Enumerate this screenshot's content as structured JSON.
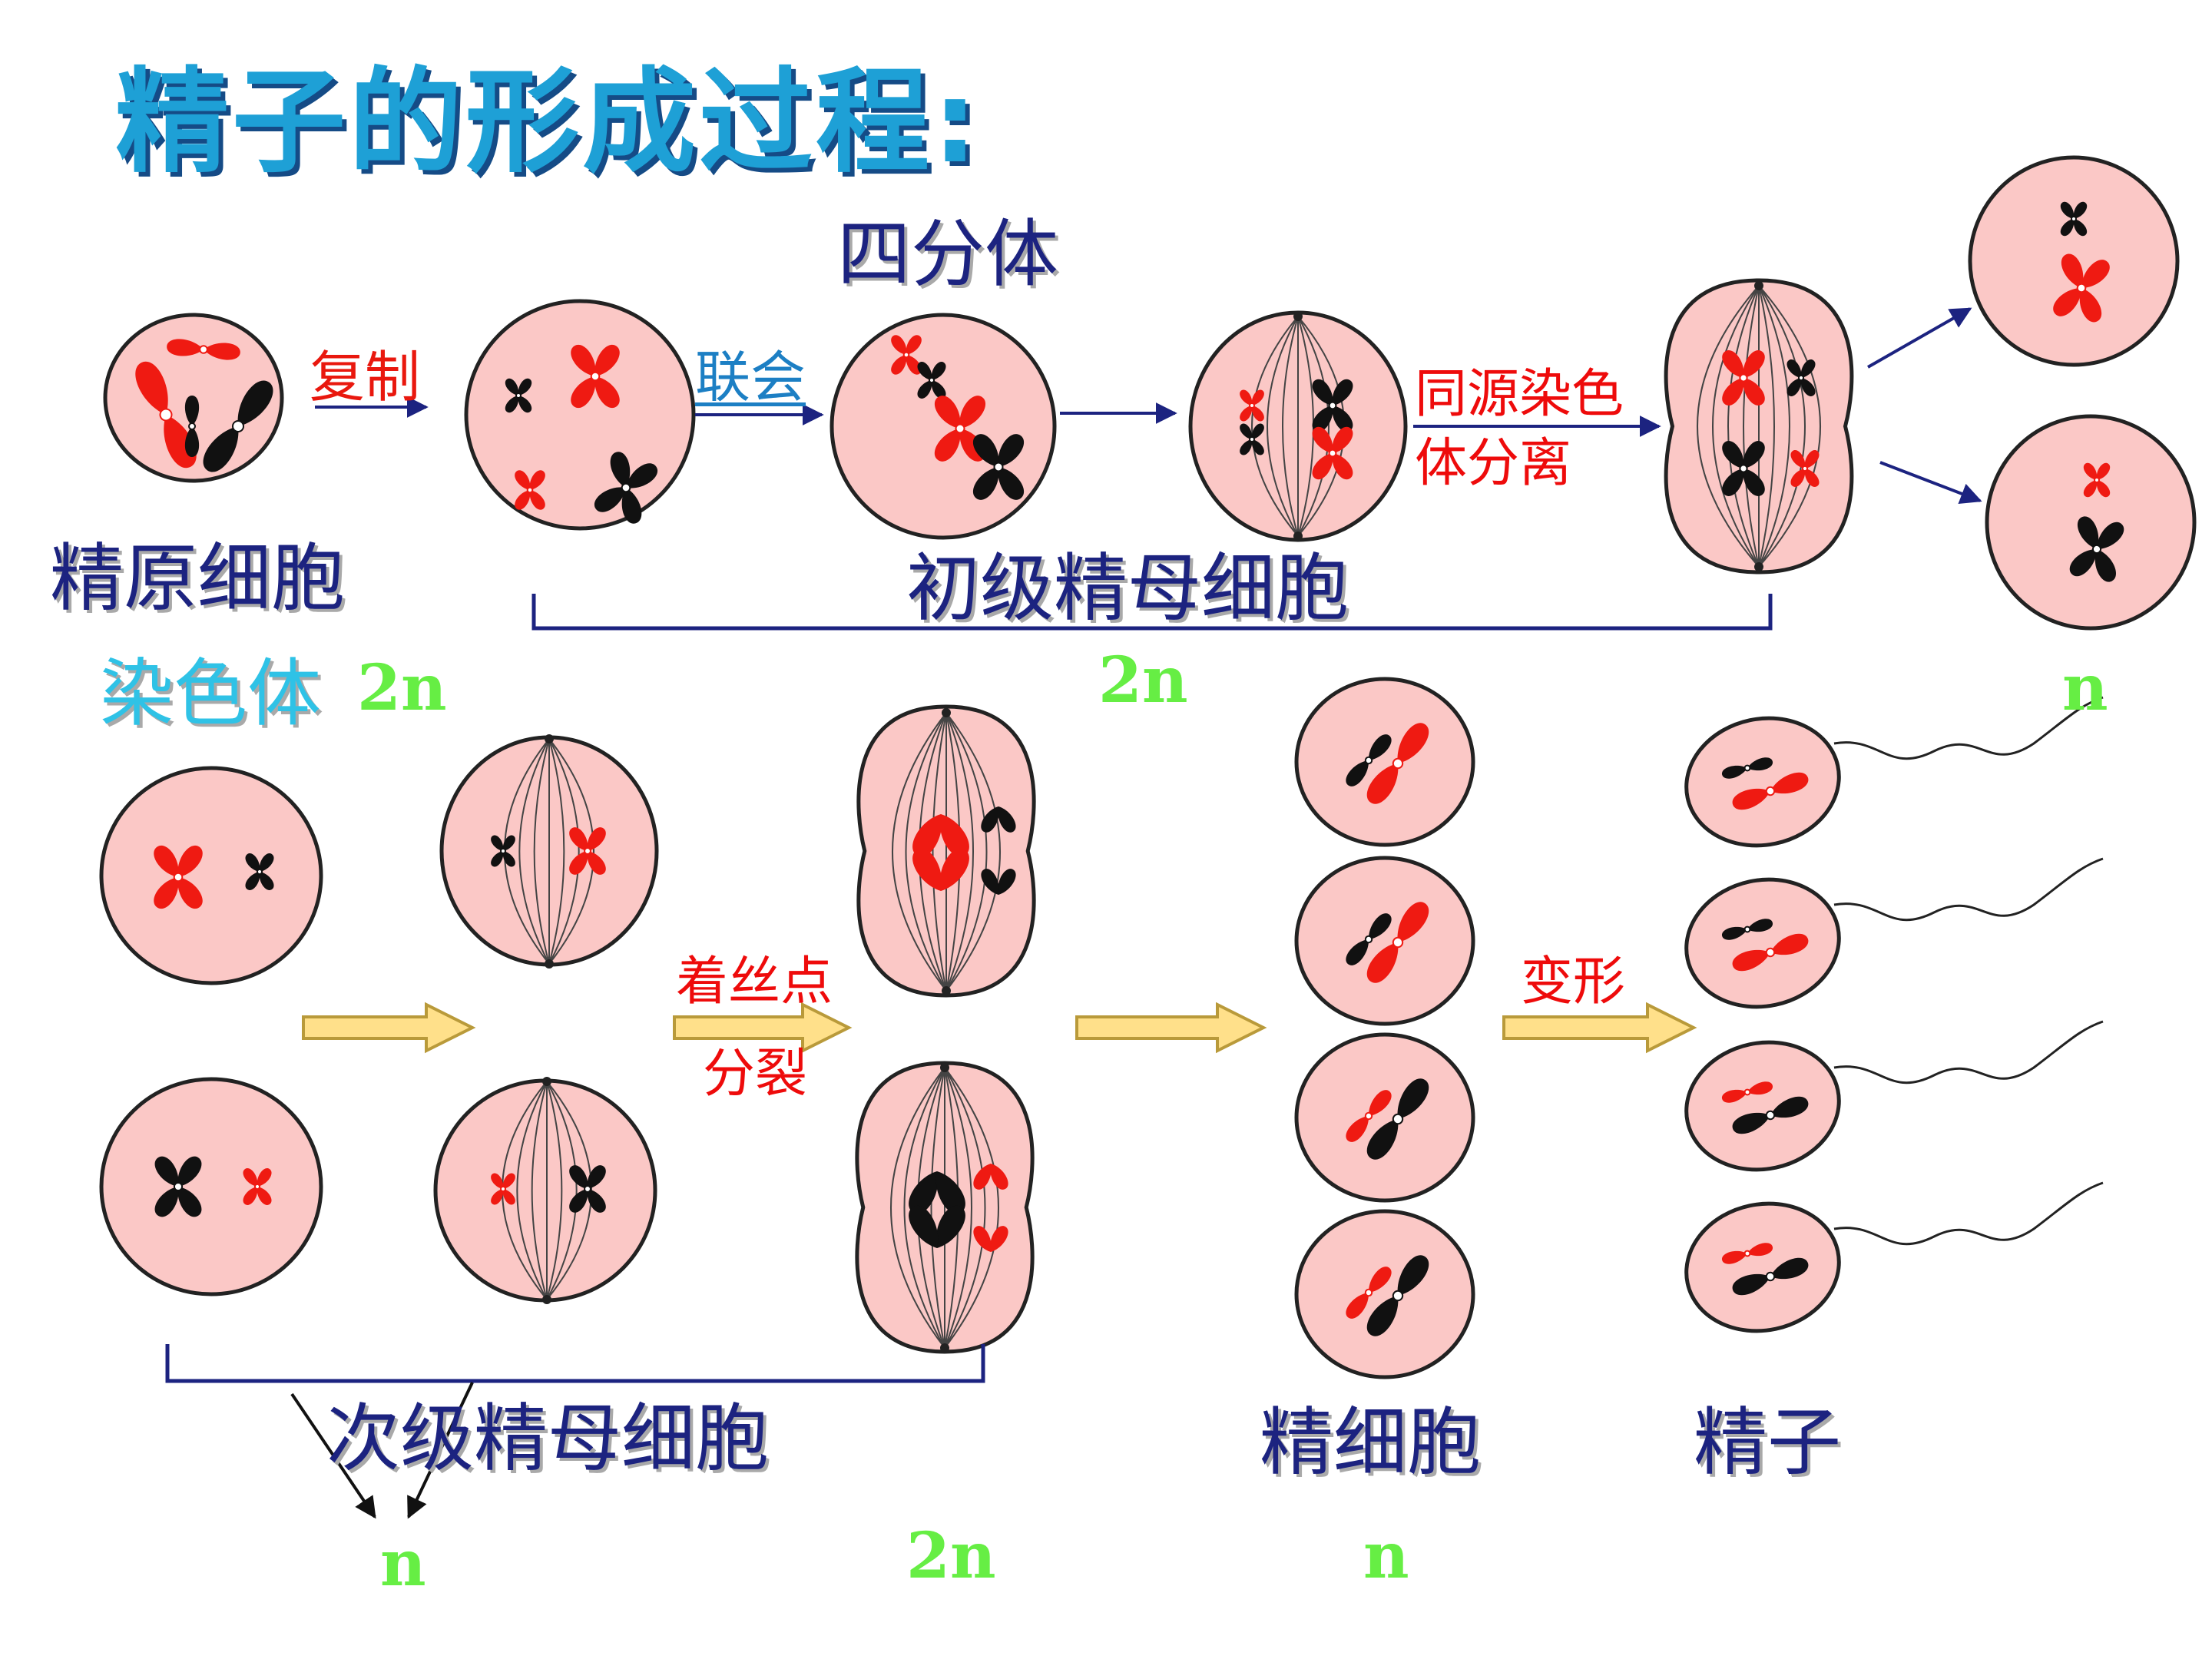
{
  "title": "精子的形成过程:",
  "labels": {
    "tetrad": "四分体",
    "spermatogonium": "精原细胞",
    "chromosome": "染色体",
    "primary_spermatocyte": "初级精母细胞",
    "secondary_spermatocyte": "次级精母细胞",
    "spermatid": "精细胞",
    "sperm": "精子"
  },
  "arrow_labels": {
    "replication": "复制",
    "synapsis": "联会",
    "homolog_separation": [
      "同源染色",
      "体分离"
    ],
    "centromere_division": [
      "着丝点",
      "分裂"
    ],
    "transformation": "变形"
  },
  "chromosome_counts": {
    "spermatogonium": "2n",
    "primary_spermatocyte": "2n",
    "after_meiosis_one": "n",
    "secondary_start": "n",
    "secondary_anaphase": "2n",
    "spermatid": "n"
  },
  "colors": {
    "cell_fill": "#fbc8c6",
    "chromosome_red": "#ef1a12",
    "chromosome_black": "#111111",
    "arrow_blue": "#1c2380",
    "block_arrow_fill": "#ffe08a",
    "block_arrow_stroke": "#b99a3a"
  }
}
